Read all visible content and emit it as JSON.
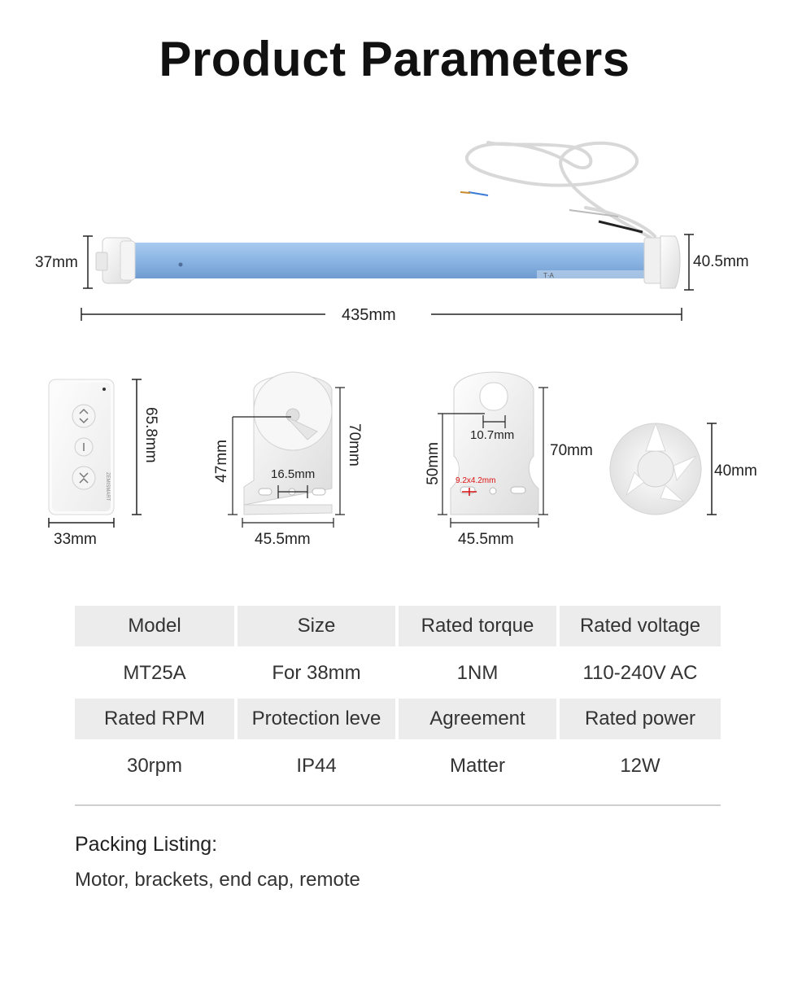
{
  "title": "Product Parameters",
  "motor": {
    "left_diameter": "37mm",
    "right_diameter": "40.5mm",
    "length": "435mm",
    "label_text": "T-A"
  },
  "remote": {
    "height": "65.8mm",
    "width": "33mm",
    "brand_text": "ZEMISMART",
    "buttons": [
      "up-down-icon",
      "stop-icon",
      "sync-icon"
    ]
  },
  "bracket1": {
    "inner_height": "47mm",
    "outer_height": "70mm",
    "hole_spacing": "16.5mm",
    "width": "45.5mm"
  },
  "bracket2": {
    "inner_height": "50mm",
    "outer_height": "70mm",
    "slot_width": "10.7mm",
    "hole_size": "9.2x4.2mm",
    "width": "45.5mm"
  },
  "end_cap": {
    "height": "40mm"
  },
  "specs": [
    {
      "label": "Model",
      "value": "MT25A"
    },
    {
      "label": "Size",
      "value": "For 38mm"
    },
    {
      "label": "Rated torque",
      "value": "1NM"
    },
    {
      "label": "Rated voltage",
      "value": "110-240V AC"
    },
    {
      "label": "Rated RPM",
      "value": "30rpm"
    },
    {
      "label": "Protection leve",
      "value": "IP44"
    },
    {
      "label": "Agreement",
      "value": "Matter"
    },
    {
      "label": "Rated power",
      "value": "12W"
    }
  ],
  "packing": {
    "title": "Packing Listing:",
    "items": "Motor, brackets, end cap, remote"
  },
  "colors": {
    "tube": "#8bb5e3",
    "tube_dark": "#6f9bd0",
    "white_part": "#f2f2f2",
    "header_bg": "#ececec",
    "red_mark": "#d11111"
  }
}
